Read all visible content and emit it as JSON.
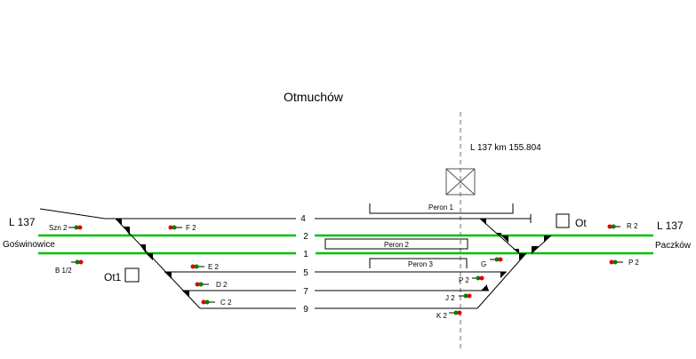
{
  "station": {
    "name": "Otmuchów",
    "line_left": "L 137",
    "line_right": "L 137",
    "direction_left": "Goświnowice",
    "direction_right": "Paczków",
    "axis_label": "L 137 km 155.804"
  },
  "tracks": [
    {
      "number": "4",
      "type": "siding"
    },
    {
      "number": "2",
      "type": "main"
    },
    {
      "number": "1",
      "type": "main"
    },
    {
      "number": "5",
      "type": "siding"
    },
    {
      "number": "7",
      "type": "siding"
    },
    {
      "number": "9",
      "type": "siding"
    }
  ],
  "platforms": [
    {
      "label": "Peron 1"
    },
    {
      "label": "Peron 2"
    },
    {
      "label": "Peron 3"
    }
  ],
  "signal_boxes": [
    {
      "label": "Ot1"
    },
    {
      "label": "Ot"
    }
  ],
  "signals": [
    {
      "label": "Szn 2"
    },
    {
      "label": "F 2"
    },
    {
      "label": "B 1/2"
    },
    {
      "label": "E 2"
    },
    {
      "label": "D 2"
    },
    {
      "label": "C 2"
    },
    {
      "label": "G"
    },
    {
      "label": "P 2",
      "id": "p2-station"
    },
    {
      "label": "J 2"
    },
    {
      "label": "K 2"
    },
    {
      "label": "R 2"
    },
    {
      "label": "P 2",
      "id": "p2-right"
    }
  ],
  "colors": {
    "main_track": "#00c000",
    "track": "#000000",
    "axis_line": "#a0a0a0",
    "signal_red": "#e00000",
    "signal_green": "#008000"
  }
}
